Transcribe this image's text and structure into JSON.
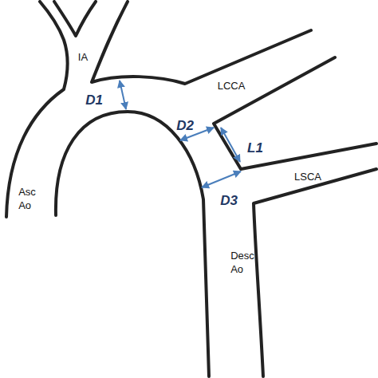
{
  "diagram": {
    "labels": [
      "IA",
      "LCCA",
      "LSCA",
      "Asc Ao",
      "Desc Ao",
      "D1",
      "D2",
      "D3",
      "L1"
    ]
  }
}
